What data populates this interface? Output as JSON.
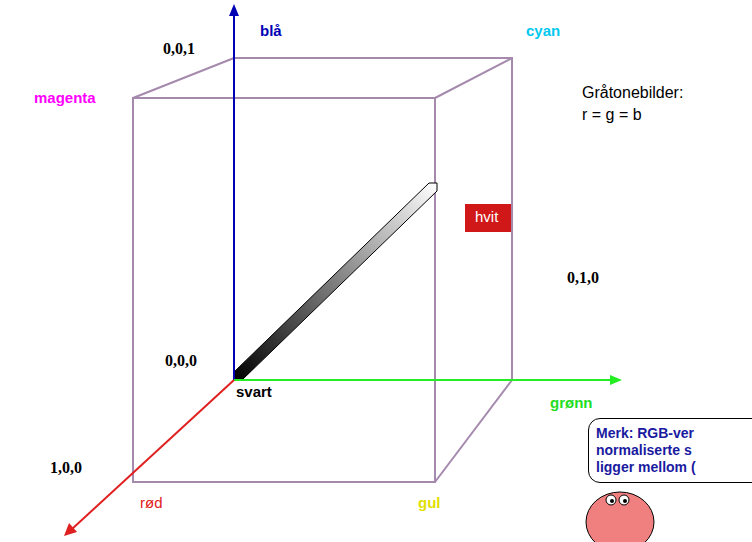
{
  "diagram": {
    "nodes": [
      {
        "text": [
          "hvit"
        ]
      },
      {
        "text": [
          "Merk: RGB-ver normaliserte s ligger mellom ("
        ]
      }
    ],
    "labels": [
      "0,0,1",
      "blå",
      "cyan",
      "magenta",
      "Gråtonebilder:",
      "r = g = b",
      "0,1,0",
      "0,0,0",
      "svart",
      "grønn",
      "1,0,0",
      "rød",
      "gul"
    ]
  }
}
